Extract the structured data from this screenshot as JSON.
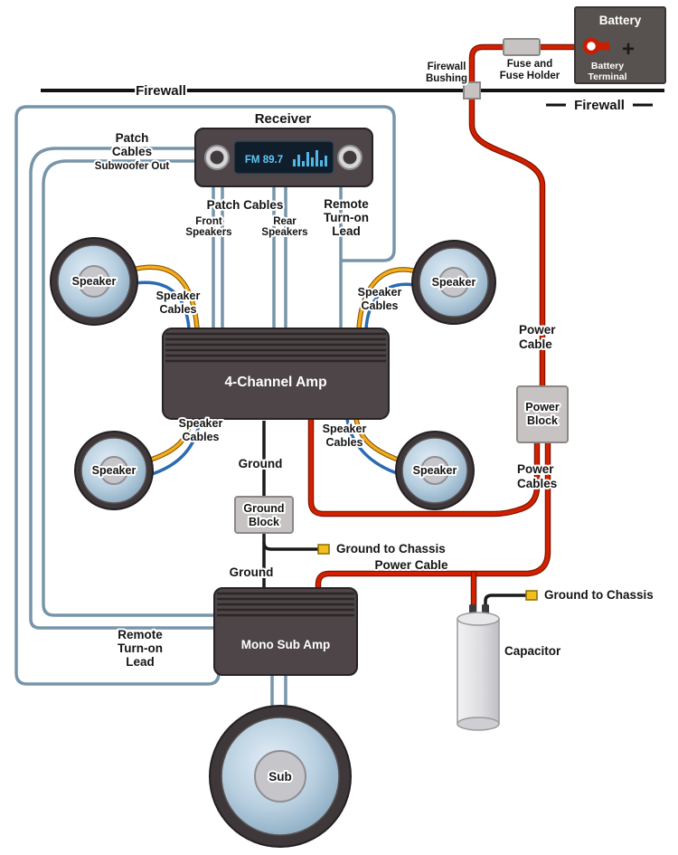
{
  "colors": {
    "power_cable": "#d22000",
    "power_cable_dark": "#7d1400",
    "ground_wire": "#1b1b1b",
    "speaker_wire_yellow": "#f5ad1f",
    "speaker_wire_yellow_dark": "#8a5a00",
    "speaker_wire_blue": "#2a6ab0",
    "patch_cable_steel": "#7795aa",
    "component_body": "#4d4547",
    "block_fill": "#c7c3c3",
    "connector_yellow": "#f2c01e",
    "firewall_line": "#121212",
    "display_text": "#5fc8f5"
  },
  "battery": {
    "title": "Battery",
    "terminal_line1": "Battery",
    "terminal_line2": "Terminal",
    "plus": "+"
  },
  "fuse": {
    "line1": "Fuse and",
    "line2": "Fuse Holder"
  },
  "firewall": {
    "left": "Firewall",
    "right": "Firewall"
  },
  "bushing": {
    "line1": "Firewall",
    "line2": "Bushing"
  },
  "receiver": {
    "title": "Receiver",
    "display": "FM 89.7"
  },
  "patch_left": {
    "line1": "Patch",
    "line2": "Cables",
    "line3": "Subwoofer Out"
  },
  "patch_bottom": {
    "title": "Patch Cables",
    "front_line1": "Front",
    "front_line2": "Speakers",
    "rear_line1": "Rear",
    "rear_line2": "Speakers"
  },
  "remote_top": {
    "line1": "Remote",
    "line2": "Turn-on",
    "line3": "Lead"
  },
  "remote_bottom": {
    "line1": "Remote",
    "line2": "Turn-on",
    "line3": "Lead"
  },
  "speaker_cables": {
    "line1": "Speaker",
    "line2": "Cables"
  },
  "speakers": {
    "front_left": "Speaker",
    "front_right": "Speaker",
    "rear_left": "Speaker",
    "rear_right": "Speaker",
    "sub": "Sub"
  },
  "amps": {
    "four_channel": "4-Channel Amp",
    "mono_sub": "Mono Sub Amp"
  },
  "ground": {
    "upper": "Ground",
    "lower": "Ground",
    "block_line1": "Ground",
    "block_line2": "Block",
    "to_chassis_amp": "Ground to Chassis",
    "to_chassis_cap": "Ground to Chassis"
  },
  "power": {
    "cable_line1": "Power",
    "cable_line2": "Cable",
    "block_line1": "Power",
    "block_line2": "Block",
    "cables_line1": "Power",
    "cables_line2": "Cables",
    "cable_mid": "Power Cable"
  },
  "capacitor": {
    "label": "Capacitor"
  }
}
